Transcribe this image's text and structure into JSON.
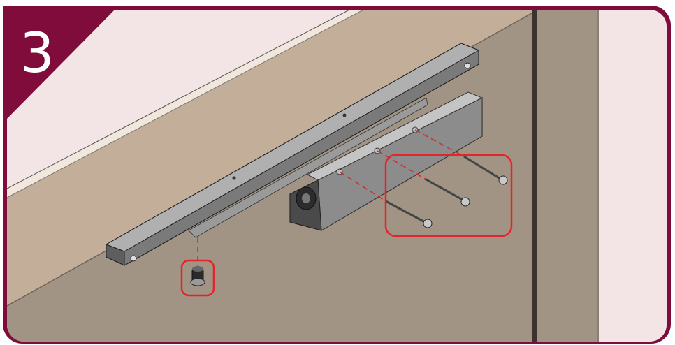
{
  "step": {
    "number": "3"
  },
  "colors": {
    "frame": "#7f0c3a",
    "door": "#a29485",
    "wall": "#c3ae99",
    "frame_panel": "#f3e5e5",
    "highlight": "#e2242c",
    "metal_light": "#a8a8a8",
    "metal_mid": "#8c8c8c",
    "metal_dark": "#5e5e5e"
  },
  "parts": {
    "slide_rail": "slide-rail",
    "closer_body": "door-closer-body",
    "screws": [
      "screw-1",
      "screw-2",
      "screw-3"
    ],
    "pivot_insert": "pivot-insert"
  },
  "callouts": [
    "screws-callout",
    "pivot-callout"
  ]
}
